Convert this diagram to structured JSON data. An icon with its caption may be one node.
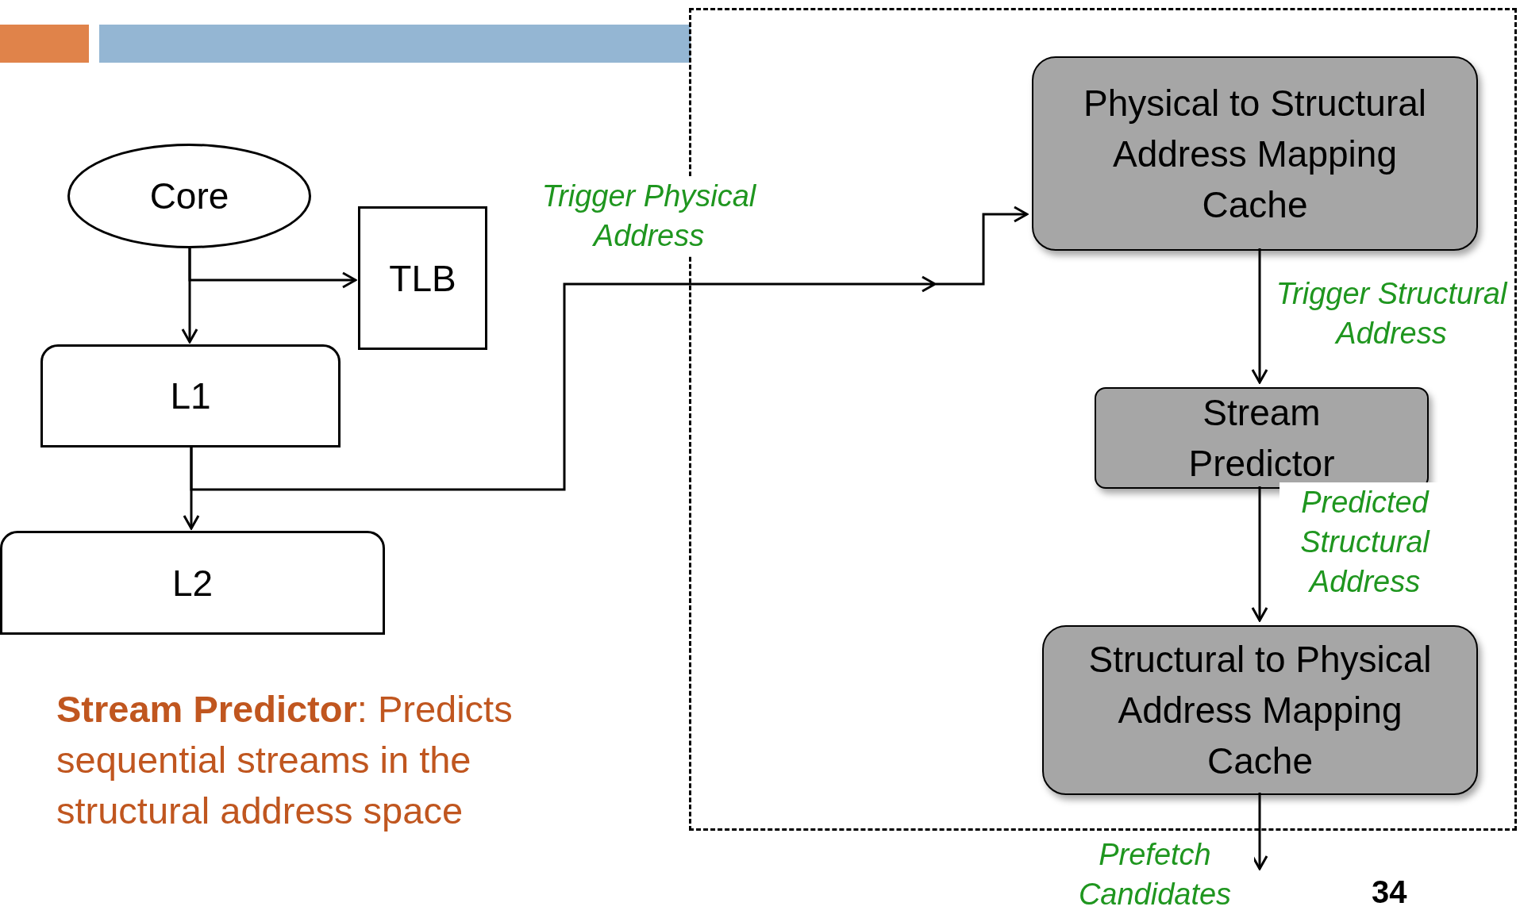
{
  "diagram": {
    "nodes": [
      {
        "text": [
          "Core"
        ]
      },
      {
        "text": [
          "TLB"
        ]
      },
      {
        "text": [
          "L1"
        ]
      },
      {
        "text": [
          "L2"
        ]
      },
      {
        "text": [],
        "shape": "box"
      },
      {
        "text": [
          "Physical to Structural Address Mapping Cache"
        ],
        "in": 4
      },
      {
        "text": [
          "Stream Predictor"
        ],
        "in": 4
      },
      {
        "text": [
          "Structural to Physical Address Mapping Cache"
        ],
        "in": 4
      }
    ],
    "edges": [
      {
        "from": 0,
        "to": 2,
        "arrow": "to"
      },
      {
        "from": 0,
        "to": 1,
        "arrow": "to"
      },
      {
        "from": 2,
        "to": 3,
        "arrow": "to"
      },
      {
        "from": 2,
        "to": 5,
        "arrow": "to",
        "label": "Trigger Physical Address"
      },
      {
        "from": 5,
        "to": 6,
        "arrow": "to",
        "label": "Trigger Structural Address"
      },
      {
        "from": 6,
        "to": 7,
        "arrow": "to",
        "label": "Predicted Structural Address"
      },
      {
        "from": 7,
        "to": null,
        "arrow": "to",
        "label": "Prefetch Candidates"
      }
    ],
    "labels": [
      "**Stream Predictor**: Predicts sequential streams in the structural address space",
      "34"
    ]
  }
}
